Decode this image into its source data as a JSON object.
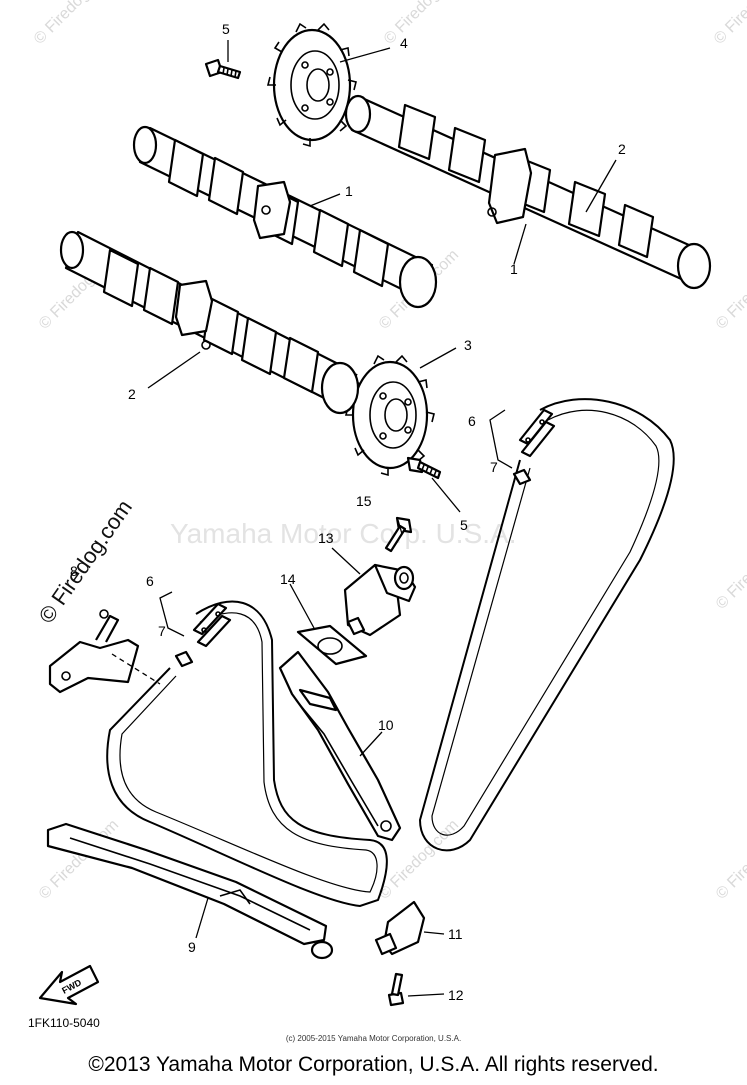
{
  "callouts": {
    "c1a": "1",
    "c1b": "1",
    "c2a": "2",
    "c2b": "2",
    "c3": "3",
    "c4": "4",
    "c5a": "5",
    "c5b": "5",
    "c6a": "6",
    "c6b": "6",
    "c7a": "7",
    "c7b": "7",
    "c8": "8",
    "c9": "9",
    "c10": "10",
    "c11": "11",
    "c12": "12",
    "c13": "13",
    "c14": "14",
    "c15": "15"
  },
  "watermarks": {
    "center": "Yamaha Motor Corp. U.S.A.",
    "diagonal": "© Firedog.com",
    "faint": "© Firedog.com"
  },
  "fwd_label": "FWD",
  "diagram_code": "1FK110-5040",
  "small_copyright": "(c) 2005-2015 Yamaha Motor Corporation, U.S.A.",
  "main_copyright": "©2013 Yamaha Motor Corporation, U.S.A. All rights reserved."
}
